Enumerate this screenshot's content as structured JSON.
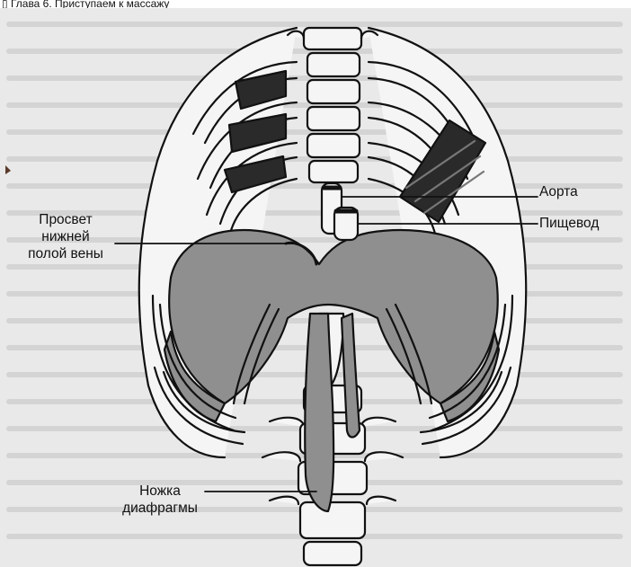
{
  "header": {
    "icon": "book-icon",
    "title": "Глава 6. Приступаем к массажу"
  },
  "figure": {
    "labels": {
      "aorta": "Аорта",
      "esophagus": "Пищевод",
      "ivc": [
        "Просвет",
        "нижней",
        "полой вены"
      ],
      "crus": [
        "Ножка",
        "диафрагмы"
      ]
    }
  },
  "colors": {
    "page": "#e9e9e9",
    "diaphragm": "#8f8f8f",
    "bone": "#f5f5f5",
    "ink": "#111111",
    "muscle": "#2a2a2a"
  }
}
